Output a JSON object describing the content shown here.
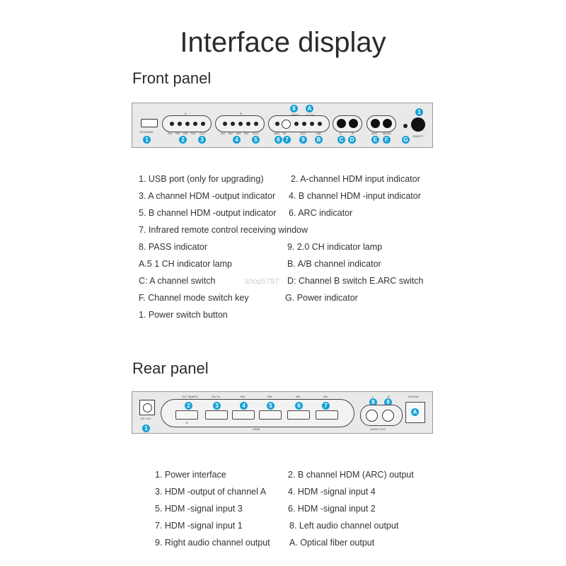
{
  "page": {
    "title": "Interface display",
    "front_title": "Front panel",
    "rear_title": "Rear panel",
    "watermark": "shop5797"
  },
  "front_panel": {
    "usb_label": "UPGRADE",
    "group_a_label": "A",
    "group_a_ports": [
      "IN1",
      "IN2",
      "IN3",
      "IN4",
      "OUT"
    ],
    "group_b_label": "B",
    "group_b_ports": [
      "IN1",
      "IN2",
      "IN3",
      "IN4",
      "OUT"
    ],
    "pass_label": "PASS",
    "surround_label": "5.1CH",
    "mode_ports": [
      "ARC",
      "IR",
      "2CH",
      "A/B"
    ],
    "ab_switch_labels": [
      "A",
      "B"
    ],
    "mode_switch_labels": [
      "ARC",
      "MODE"
    ],
    "power_label": "ON/OFF",
    "badges": {
      "usb": "1",
      "a_in": "2",
      "a_out": "3",
      "b_in": "4",
      "b_out": "5",
      "arc": "6",
      "ir": "7",
      "pass": "8",
      "ch2": "9",
      "ch51": "A",
      "ab": "B",
      "sw_a": "C",
      "sw_b": "D",
      "sw_arc": "E",
      "sw_mode": "F",
      "power_led": "G",
      "power_btn": "1"
    }
  },
  "front_legend": [
    [
      "1. USB port (only for upgrading)",
      "2. A-channel HDM  input indicator"
    ],
    [
      "3. A channel HDM -output indicator",
      "4. B channel HDM -input indicator"
    ],
    [
      "5. B channel HDM -output indicator",
      "6. ARC indicator"
    ],
    [
      "7. Infrared remote control receiving window",
      ""
    ],
    [
      "8. PASS indicator",
      "9.  2.0 CH indicator lamp"
    ],
    [
      "A.5 1 CH indicator lamp",
      "B. A/B channel indicator"
    ],
    [
      "C: A channel switch",
      "D: Channel B switch E.ARC switch"
    ],
    [
      "F. Channel mode switch key",
      "G. Power indicator"
    ],
    [
      "1. Power switch button",
      ""
    ]
  ],
  "rear_panel": {
    "power_label": "DC 12V",
    "hdmi_labels": [
      "OUT B(ARC)",
      "OUT A",
      "IN4",
      "IN3",
      "IN2",
      "IN1"
    ],
    "hdmi_group_label": "HDMI",
    "arc_label": "B",
    "audio_labels": [
      "L",
      "R"
    ],
    "audio_group_label": "AUDIO OUT",
    "digital_label": "DIGITAL",
    "badges": {
      "power": "1",
      "h2": "2",
      "h3": "3",
      "h4": "4",
      "h5": "5",
      "h6": "6",
      "h7": "7",
      "left": "8",
      "right": "9",
      "optical": "A"
    }
  },
  "rear_legend": [
    [
      "1. Power interface",
      "2. B channel HDM (ARC) output"
    ],
    [
      "3. HDM -output of channel A",
      "4. HDM -signal input 4"
    ],
    [
      "5. HDM -signal input 3",
      "6. HDM -signal input 2"
    ],
    [
      "7. HDM -signal input 1",
      "8. Left audio channel output"
    ],
    [
      "9. Right audio channel output",
      "A. Optical fiber output"
    ]
  ]
}
